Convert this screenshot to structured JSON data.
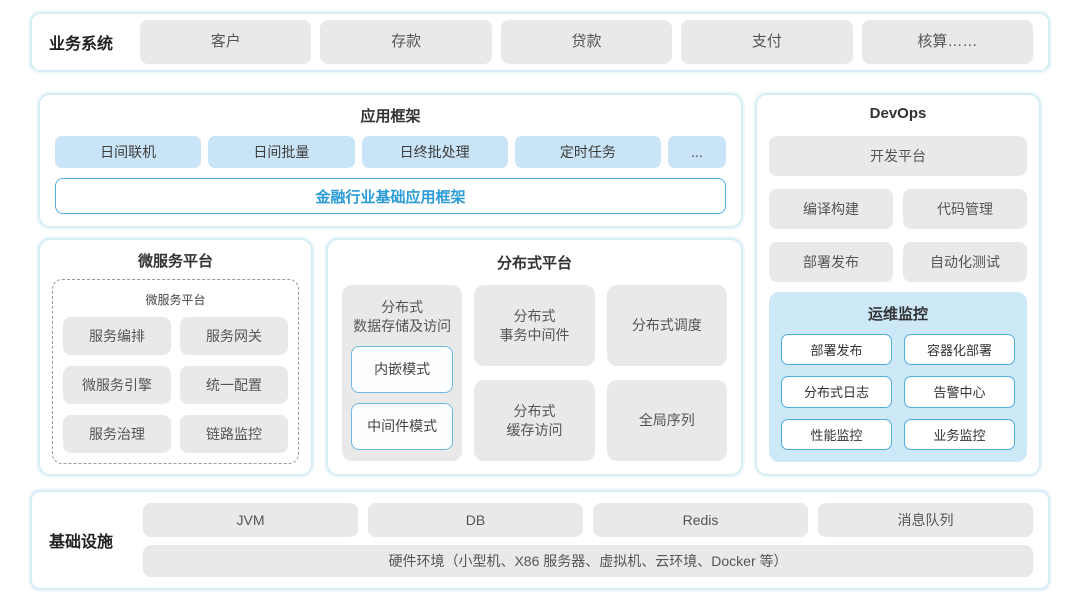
{
  "colors": {
    "panel_border": "#d5edf6",
    "box_grey": "#e9e9e9",
    "box_blue": "#c9e4f7",
    "accent_blue": "#2b9cd8",
    "monitor_bg": "#cde9f8",
    "outline_blue": "#4fade0"
  },
  "business_systems": {
    "label": "业务系统",
    "items": [
      "客户",
      "存款",
      "贷款",
      "支付",
      "核算……"
    ]
  },
  "app_framework": {
    "title": "应用框架",
    "modules": [
      "日间联机",
      "日间批量",
      "日终批处理",
      "定时任务"
    ],
    "more": "...",
    "base_framework": "金融行业基础应用框架"
  },
  "microservice_platform": {
    "title": "微服务平台",
    "inner_title": "微服务平台",
    "items": [
      "服务编排",
      "服务网关",
      "微服务引擎",
      "统一配置",
      "服务治理",
      "链路监控"
    ]
  },
  "distributed_platform": {
    "title": "分布式平台",
    "storage": {
      "label": "分布式\n数据存储及访问",
      "modes": [
        "内嵌模式",
        "中间件模式"
      ]
    },
    "middle_items": [
      "分布式\n事务中间件",
      "分布式\n缓存访问"
    ],
    "right_items": [
      "分布式调度",
      "全局序列"
    ]
  },
  "devops": {
    "title": "DevOps",
    "platform": "开发平台",
    "tools": [
      "编译构建",
      "代码管理",
      "部署发布",
      "自动化测试"
    ],
    "monitoring": {
      "title": "运维监控",
      "items": [
        "部署发布",
        "容器化部署",
        "分布式日志",
        "告警中心",
        "性能监控",
        "业务监控"
      ]
    }
  },
  "infrastructure": {
    "label": "基础设施",
    "items": [
      "JVM",
      "DB",
      "Redis",
      "消息队列"
    ],
    "hardware": "硬件环境（小型机、X86 服务器、虚拟机、云环境、Docker 等）"
  }
}
